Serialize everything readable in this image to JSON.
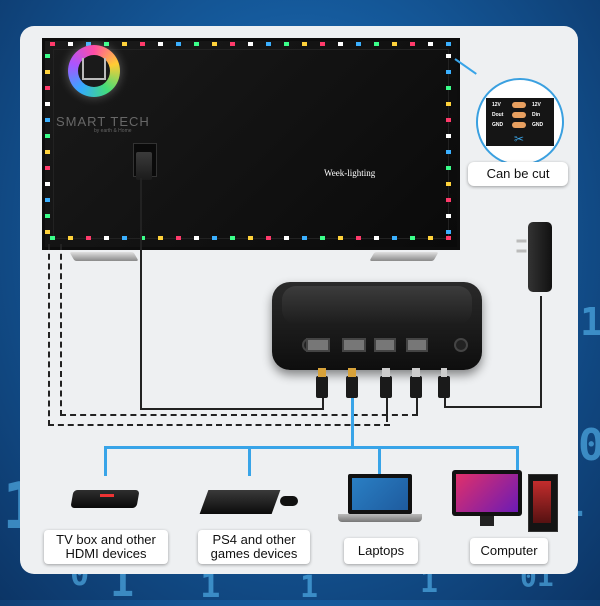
{
  "tv": {
    "brand": "SMART TECH",
    "brand_sub": "by earth & Home",
    "screen_text": "Week-lighting"
  },
  "strip": {
    "cut_label": "Can be cut",
    "pins_left": [
      "12V",
      "Dout",
      "GND"
    ],
    "pins_right": [
      "12V",
      "Din",
      "GND"
    ]
  },
  "devices": [
    {
      "label": "TV box and other HDMI devices",
      "icon": "tv-box-icon"
    },
    {
      "label": "PS4 and other games devices",
      "icon": "ps4-console-icon"
    },
    {
      "label": "Laptops",
      "icon": "laptop-icon"
    },
    {
      "label": "Computer",
      "icon": "computer-icon"
    }
  ],
  "box": {
    "ports": [
      "HDMI",
      "HDMI",
      "USB",
      "USB",
      "DC"
    ]
  },
  "colors": {
    "background": "#155a9c",
    "panel": "#eef0f2",
    "cable_blue": "#38a4e8",
    "cable_black": "#222222"
  }
}
